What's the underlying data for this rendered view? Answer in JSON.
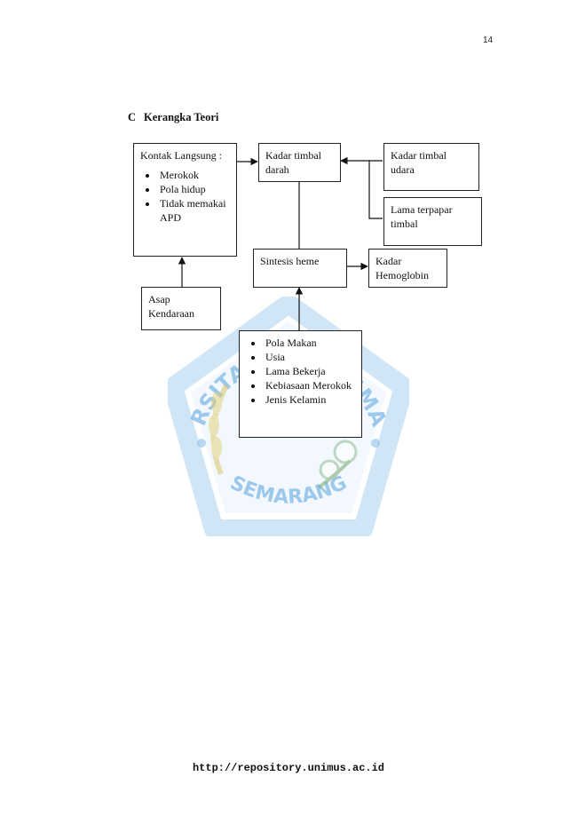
{
  "page": {
    "number": "14",
    "footer_url": "http://repository.unimus.ac.id"
  },
  "section": {
    "letter": "C",
    "title": "Kerangka Teori"
  },
  "diagram": {
    "direct_contact": {
      "title": "Kontak Langsung :",
      "items": [
        "Merokok",
        "Pola hidup",
        "Tidak memakai APD"
      ]
    },
    "blood_lead": "Kadar timbal darah",
    "air_lead": "Kadar timbal udara",
    "exposure_duration": "Lama terpapar timbal",
    "heme_synthesis": "Sintesis heme",
    "hemoglobin": "Kadar Hemoglobin",
    "vehicle_smoke": "Asap Kendaraan",
    "factors": [
      "Pola Makan",
      "Usia",
      "Lama Bekerja",
      "Kebiasaan Merokok",
      "Jenis Kelamin"
    ]
  },
  "watermark": {
    "top_text": "UNIVERSITAS MUHAMMADIYAH",
    "bottom_text": "SEMARANG",
    "color": "#7fb8e6"
  }
}
